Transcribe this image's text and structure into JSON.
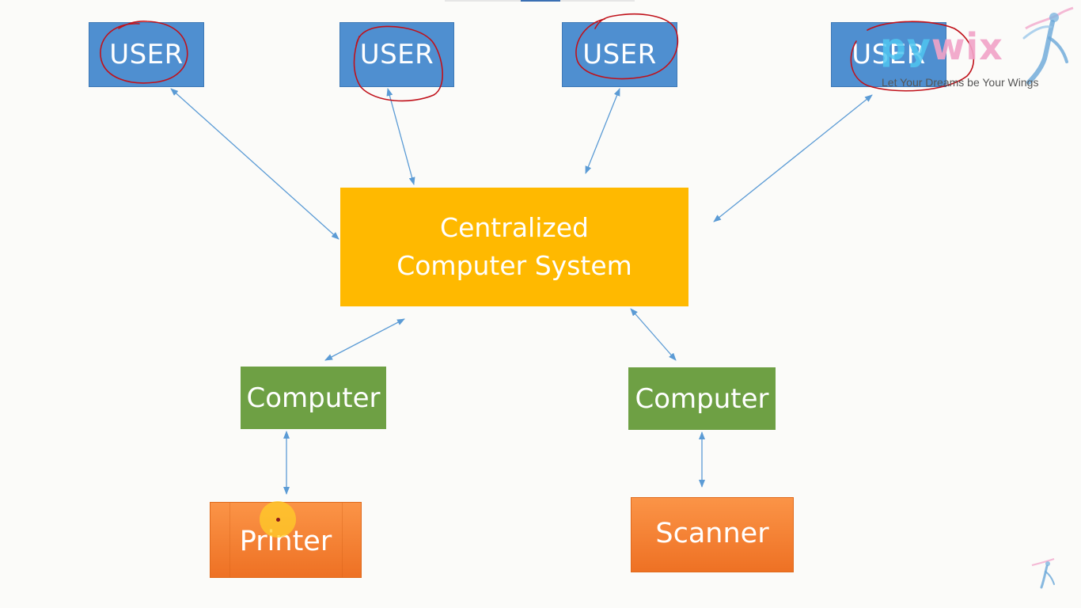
{
  "diagram": {
    "users": [
      {
        "label": "USER"
      },
      {
        "label": "USER"
      },
      {
        "label": "USER"
      },
      {
        "label": "USER"
      }
    ],
    "central": {
      "label": "Centralized Computer System"
    },
    "computers": [
      {
        "label": "Computer"
      },
      {
        "label": "Computer"
      }
    ],
    "devices": [
      {
        "label": "Printer"
      },
      {
        "label": "Scanner"
      }
    ]
  },
  "logo": {
    "word_part_1": "py",
    "word_part_2": "wix",
    "tagline": "Let Your Dreams be Your Wings",
    "icon": "dancer-icon"
  },
  "colors": {
    "user_box": "#4f8fd0",
    "central_box": "#ffb900",
    "computer_box": "#6ea044",
    "device_box": "#f07c2e",
    "connector": "#5b9bd5",
    "annotation": "#c0111a"
  }
}
